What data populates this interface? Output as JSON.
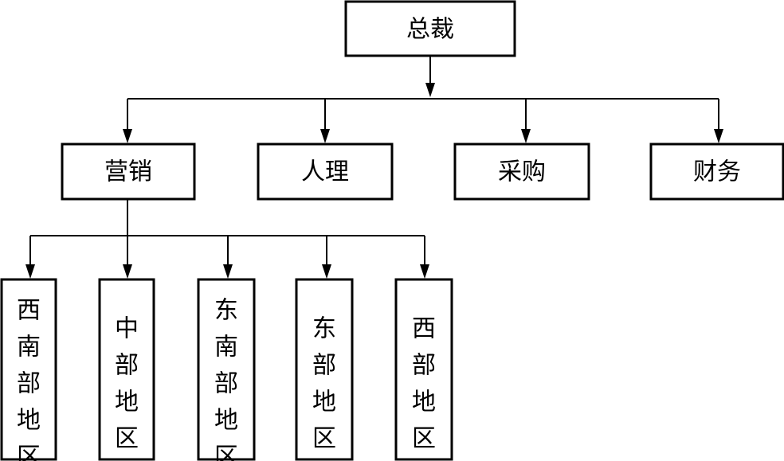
{
  "org_chart": {
    "ceo": "总裁",
    "departments": [
      "营销",
      "人理",
      "采购",
      "财务"
    ],
    "regions": [
      "西南部地区",
      "中部地区",
      "东南部地区",
      "东部地区",
      "西部地区"
    ]
  },
  "colors": {
    "stroke": "#000000",
    "fill": "#ffffff"
  }
}
